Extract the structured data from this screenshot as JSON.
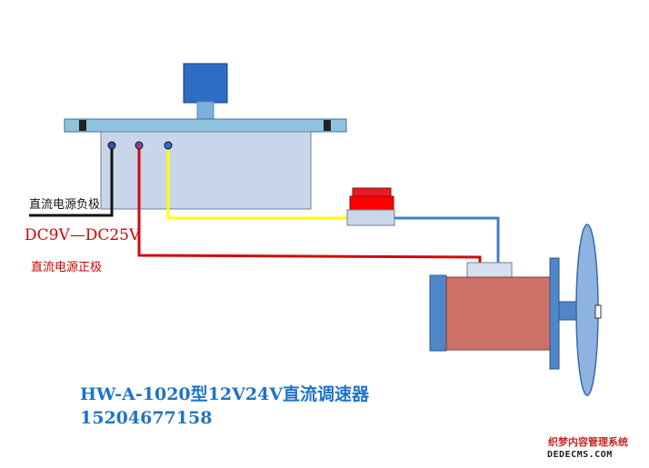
{
  "labels": {
    "negative": "直流电源负极",
    "voltage_range": "DC9V—DC25V",
    "positive": "直流电源正极"
  },
  "caption": {
    "model": "HW-A-1020型12V24V直流调速器",
    "phone": "15204677158"
  },
  "watermark": {
    "line1": "织梦内容管理系统",
    "line2": "DEDECMS.COM"
  },
  "colors": {
    "panel": "#c9d6ea",
    "rail": "#8fc3dd",
    "knob": "#2d6ec4",
    "motor_body": "#cc7068",
    "motor_cap": "#4f86c8",
    "button_red": "#e81c24",
    "wire_black": "#111111",
    "wire_red": "#d10a0a",
    "wire_yellow": "#ffff00",
    "wire_blue": "#3f7fc0"
  }
}
